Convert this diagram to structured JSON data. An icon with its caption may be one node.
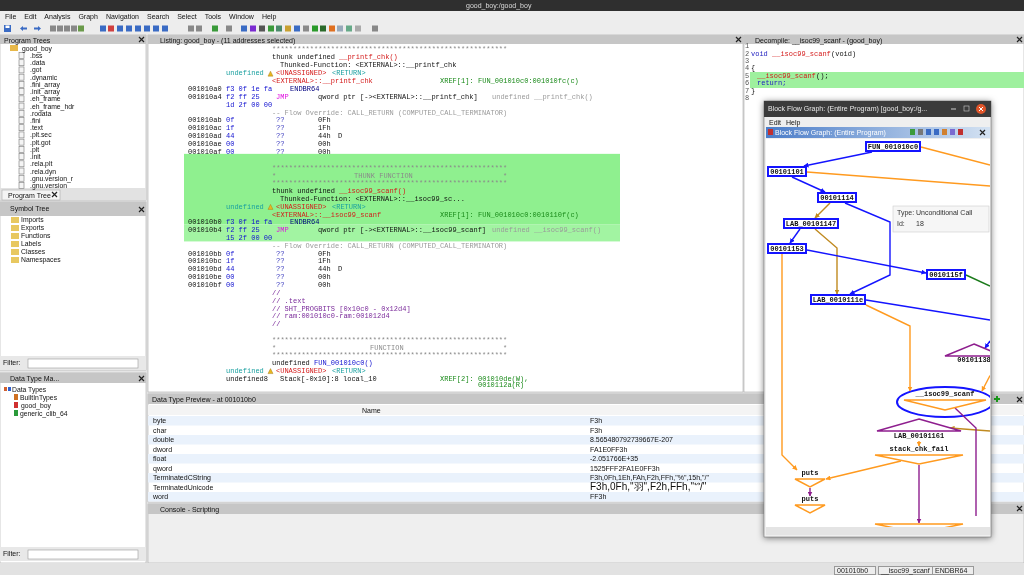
{
  "diagram": {
    "nodes": [
      {
        "text": [
          "FUN_001010c0"
        ]
      },
      {
        "text": [
          "00101101"
        ]
      },
      {
        "text": [
          "00101114"
        ]
      },
      {
        "text": [
          "LAB_00101147"
        ]
      },
      {
        "text": [
          "00101153"
        ]
      },
      {
        "text": [
          "0010115f"
        ]
      },
      {
        "text": [
          "LAB_0010111e"
        ]
      },
      {
        "text": [
          "00101138"
        ]
      },
      {
        "text": [
          "__isoc99_scanf"
        ]
      },
      {
        "text": [
          "LAB_00101161"
        ]
      },
      {
        "text": [
          "stack_chk_fail"
        ]
      },
      {
        "text": [
          "puts"
        ]
      },
      {
        "text": [
          "puts"
        ]
      },
      {
        "text": [],
        "shape": "triangle"
      }
    ],
    "edges": [
      {
        "from": 0,
        "to": 1,
        "arrow": "to"
      },
      {
        "from": 0,
        "to": null,
        "arrow": "none",
        "color": "#ff9a1f"
      },
      {
        "from": 1,
        "to": 2,
        "arrow": "to"
      },
      {
        "from": 1,
        "to": null,
        "arrow": "none",
        "color": "#ff9a1f"
      },
      {
        "from": 2,
        "to": 3,
        "arrow": "to",
        "color": "#c08a20"
      },
      {
        "from": 2,
        "to": 6,
        "arrow": "to"
      },
      {
        "from": 3,
        "to": 4,
        "arrow": "to"
      },
      {
        "from": 3,
        "to": 6,
        "arrow": "to",
        "color": "#c08a20"
      },
      {
        "from": 4,
        "to": 5,
        "arrow": "to"
      },
      {
        "from": 4,
        "to": 11,
        "arrow": "to",
        "color": "#ff9a1f"
      },
      {
        "from": 5,
        "to": null,
        "arrow": "none",
        "color": "#1b7a1b"
      },
      {
        "from": 6,
        "to": null,
        "arrow": "none"
      },
      {
        "from": 6,
        "to": 8,
        "arrow": "to",
        "color": "#ff9a1f"
      },
      {
        "from": null,
        "to": 7,
        "arrow": "to"
      },
      {
        "from": null,
        "to": 8,
        "arrow": "to",
        "color": "#ff9a1f"
      },
      {
        "from": null,
        "to": 9,
        "arrow": "to",
        "color": "#c08a20"
      },
      {
        "from": 9,
        "to": 10,
        "arrow": "to",
        "color": "#ff9a1f"
      },
      {
        "from": 10,
        "to": 11,
        "arrow": "to",
        "color": "#ff9a1f"
      },
      {
        "from": 11,
        "to": 12,
        "arrow": "to",
        "color": "#8e1e8e"
      },
      {
        "from": 10,
        "to": 13,
        "arrow": "to",
        "color": "#8e1e8e"
      },
      {
        "from": 8,
        "to": null,
        "arrow": "none",
        "color": "#8e1e8e"
      }
    ],
    "labels": [
      "good_boy:/good_boy",
      "File",
      "Edit",
      "Analysis",
      "Graph",
      "Navigation",
      "Search",
      "Select",
      "Tools",
      "Window",
      "Help",
      "Program Trees",
      "good_boy",
      ".bss",
      ".data",
      ".got",
      ".dynamic",
      ".fini_array",
      ".init_array",
      ".eh_frame",
      ".eh_frame_hdr",
      ".rodata",
      ".fini",
      ".text",
      ".plt.sec",
      ".plt.got",
      ".plt",
      ".init",
      ".rela.plt",
      ".rela.dyn",
      ".gnu.version_r",
      ".gnu.version",
      "Program Tree",
      "Symbol Tree",
      "Imports",
      "Exports",
      "Functions",
      "Labels",
      "Classes",
      "Namespaces",
      "Filter:",
      "Data Type Ma...",
      "Data Types",
      "BuiltInTypes",
      "good_boy",
      "generic_clib_64",
      "Filter:",
      "Listing:  good_boy - (11 addresses selected)",
      "********************************************************",
      "thunk undefined",
      "__printf_chk()",
      "Thunked-Function: <EXTERNAL>::__printf_chk",
      "undefined",
      "<UNASSIGNED>",
      "<RETURN>",
      "<EXTERNAL>::__printf_chk",
      "XREF[1]:",
      "FUN_001010c0:001010fc(c)",
      "001010a0",
      "f3 0f 1e fa",
      "ENDBR64",
      "001010a4",
      "f2 ff 25",
      "JMP",
      "qword ptr [-><EXTERNAL>::__printf_chk]",
      "undefined __printf_chk()",
      "1d 2f 00 00",
      "-- Flow Override: CALL_RETURN (COMPUTED_CALL_TERMINATOR)",
      "001010ab",
      "0f",
      "??",
      "0Fh",
      "001010ac",
      "1f",
      "??",
      "1Fh",
      "001010ad",
      "44",
      "??",
      "44h",
      "D",
      "001010ae",
      "00",
      "??",
      "00h",
      "001010af",
      "00",
      "??",
      "00h",
      "********************************************************",
      "*",
      "THUNK FUNCTION",
      "*",
      "********************************************************",
      "thunk undefined",
      "__isoc99_scanf()",
      "Thunked-Function: <EXTERNAL>::__isoc99_sc...",
      "undefined",
      "<UNASSIGNED>",
      "<RETURN>",
      "<EXTERNAL>::__isoc99_scanf",
      "XREF[1]:",
      "FUN_001010c0:0010110f(c)",
      "001010b0",
      "f3 0f 1e fa",
      "ENDBR64",
      "001010b4",
      "f2 ff 25",
      "JMP",
      "qword ptr [-><EXTERNAL>::__isoc99_scanf]",
      "undefined __isoc99_scanf()",
      "15 2f 00 00",
      "-- Flow Override: CALL_RETURN (COMPUTED_CALL_TERMINATOR)",
      "001010bb",
      "0f",
      "??",
      "0Fh",
      "001010bc",
      "1f",
      "??",
      "1Fh",
      "001010bd",
      "44",
      "??",
      "44h",
      "D",
      "001010be",
      "00",
      "??",
      "00h",
      "001010bf",
      "00",
      "??",
      "00h",
      "//",
      "// .text",
      "// SHT_PROGBITS  [0x10c0 - 0x12d4]",
      "// ram:001010c0-ram:001012d4",
      "//",
      "********************************************************",
      "*",
      "FUNCTION",
      "*",
      "********************************************************",
      "undefined",
      "FUN_001010c0()",
      "undefined",
      "<UNASSIGNED>",
      "<RETURN>",
      "undefined8",
      "Stack[-0x10]:8 local_10",
      "XREF[2]:",
      "001010de(W),",
      "0010112a(R)",
      "Decompile: __isoc99_scanf - (good_boy)",
      "1",
      "2",
      "void",
      "__isoc99_scanf",
      "(void)",
      "3",
      "4",
      "{",
      "5",
      "__isoc99_scanf",
      "();",
      "6",
      "return;",
      "7",
      "}",
      "8",
      "Block Flow Graph: (Entire Program) [good_boy:/g...",
      "Edit",
      "Help",
      "Block Flow Graph: (Entire Program)",
      "Type:",
      "Unconditional Call",
      "Id:",
      "18",
      "Data Type Preview -  at 001010b0",
      "Name",
      "byte",
      "F3h",
      "char",
      "F3h",
      "double",
      "8.565480792739667E-207",
      "dword",
      "FA1E0FF3h",
      "float",
      "-2.051766E+35",
      "qword",
      "1525FFF2FA1E0FF3h",
      "TerminatedCString",
      "F3h,0Fh,1Eh,FAh,F2h,FFh,\"%\",15h,\"/\"",
      "TerminatedUnicode",
      "F3h,0Fh,\"羽\",F2h,FFh,\"ᔥ/\"",
      "word",
      "FF3h",
      "Console - Scripting",
      "001010b0",
      "__isoc99_scanf",
      "ENDBR64"
    ]
  }
}
